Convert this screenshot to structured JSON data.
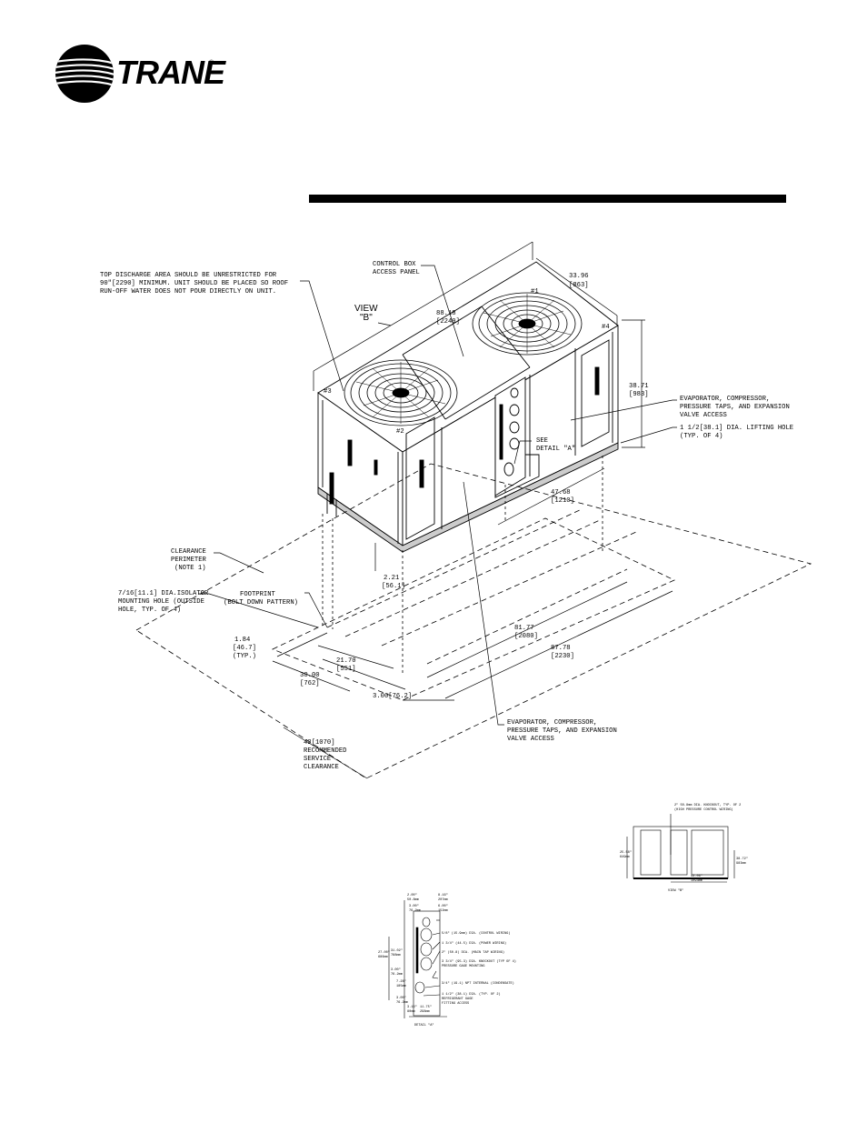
{
  "brand": {
    "name": "TRANE",
    "registered": "®"
  },
  "main_view": {
    "view_b_label": [
      "VIEW",
      "\"B\""
    ],
    "top_discharge_note": [
      "TOP DISCHARGE AREA SHOULD BE UNRESTRICTED FOR",
      "90\"[2290] MINIMUM. UNIT SHOULD BE PLACED SO ROOF",
      "RUN-OFF WATER DOES NOT POUR DIRECTLY ON UNIT."
    ],
    "control_box_note": [
      "CONTROL BOX",
      "ACCESS PANEL"
    ],
    "fan_labels": [
      "#1",
      "#2",
      "#3",
      "#4"
    ],
    "see_detail": [
      "SEE",
      "DETAIL \"A\""
    ],
    "evap_access_upper": [
      "EVAPORATOR, COMPRESSOR,",
      "PRESSURE TAPS, AND EXPANSION",
      "VALVE ACCESS"
    ],
    "lifting_hole": [
      "1 1/2[38.1] DIA. LIFTING HOLE",
      "(TYP. OF 4)"
    ],
    "clearance_perimeter": [
      "CLEARANCE",
      "PERIMETER",
      "(NOTE 1)"
    ],
    "isolator_hole": [
      "7/16[11.1] DIA.ISOLATOR",
      "MOUNTING HOLE (OUTSIDE",
      "HOLE, TYP. OF 4)"
    ],
    "footprint": [
      "FOOTPRINT",
      "(BOLT DOWN PATTERN)"
    ],
    "evap_access_lower": [
      "EVAPORATOR, COMPRESSOR,",
      "PRESSURE TAPS, AND EXPANSION",
      "VALVE ACCESS"
    ],
    "service_clearance": [
      "42[1070]",
      "RECOMMENDED",
      "SERVICE",
      "CLEARANCE"
    ],
    "dims": {
      "width": [
        "33.96",
        "[863]"
      ],
      "length": [
        "88.18",
        "[2240]"
      ],
      "height": [
        "38.71",
        "[983]"
      ],
      "d47": [
        "47.68",
        "[1210]"
      ],
      "d221": [
        "2.21",
        "[56.1]"
      ],
      "d184": [
        "1.84",
        "[46.7]",
        "(TYP.)"
      ],
      "d2170": [
        "21.70",
        "[551]"
      ],
      "d3000": [
        "30.00",
        "[762]"
      ],
      "d300": [
        "3.00[76.2]"
      ],
      "d8177": [
        "81.77",
        "[2080]"
      ],
      "d8778": [
        "87.78",
        "[2230]"
      ]
    }
  },
  "view_b": {
    "title": "VIEW \"B\"",
    "note": [
      "2\" 50.8mm DIA. KNOCKOUT, TYP. OF 2",
      "(HIGH PRESSURE CONTROL WIRING)"
    ],
    "dims": [
      "25.58\"",
      "649mm",
      "38.72\"",
      "983mm",
      "43.06\"",
      "1093mm"
    ]
  },
  "detail_a": {
    "title": "DETAIL \"A\"",
    "notes": [
      "5/8\" (15.9mm) DIA. (CONTROL WIRING)",
      "1 3/4\" (44.5) DIA. (POWER WIRING)",
      "2\" (50.8) DIA. (MAIN TAP WIRING)",
      "3 3/4\" (95.3) DIA. KNOCKOUT (TYP OF 4)",
      "PRESSURE GAGE MOUNTING",
      "3/4\" (19.1) NPT INTERNAL (CONDENSATE)",
      "1 1/2\" (38.1) DIA. (TYP. OF 2)",
      "REFRIGERANT GAGE",
      "FITTING ACCESS"
    ],
    "dims": [
      "2.00\"",
      "50.8mm",
      "3.00\"",
      "76.2mm",
      "8.16\"",
      "207mm",
      "6.00\"",
      "152mm",
      "27.00\"",
      "686mm",
      "31.02\"",
      "788mm",
      "3.00\"",
      "76.2mm",
      "7.28\"",
      "185mm",
      "3.00\"",
      "76.2mm",
      "3.16\"",
      "80mm",
      "11.75\"",
      "298mm"
    ]
  }
}
